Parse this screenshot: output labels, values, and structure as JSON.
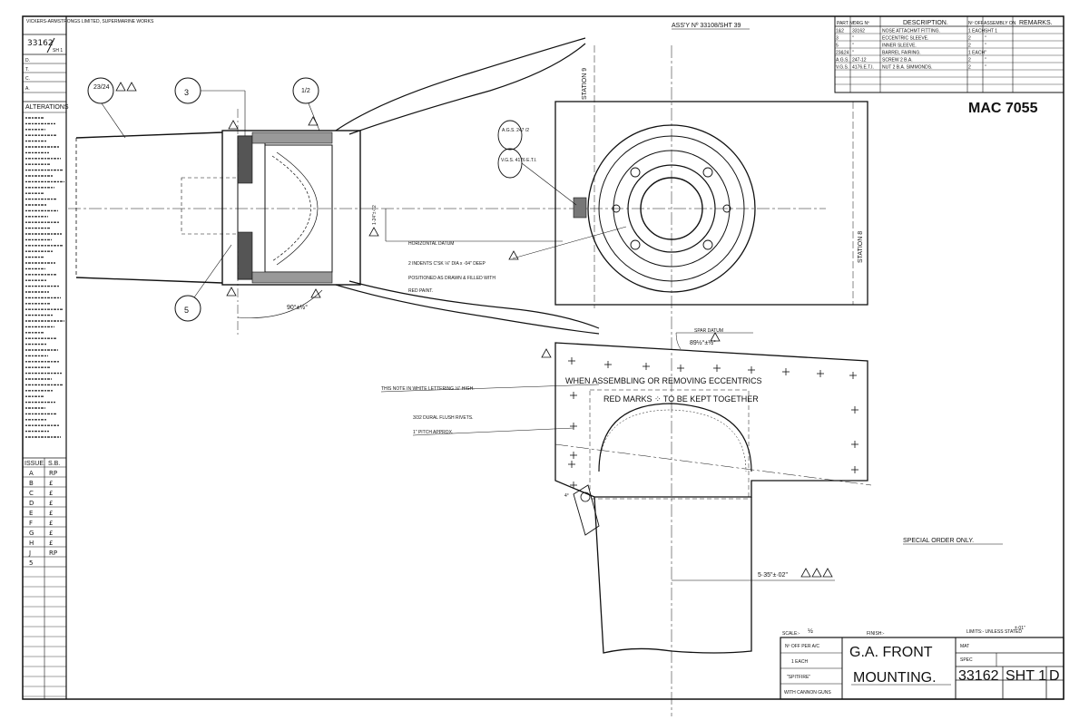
{
  "drawing": {
    "ref_number": "MAC 7055",
    "assembly_ref": "ASS'Y Nº 33108/SHT 39",
    "special_order": "SPECIAL ORDER ONLY.",
    "title_line1": "G.A. FRONT",
    "title_line2": "MOUNTING.",
    "drawing_number": "33162",
    "sheet": "SHT 1",
    "issue_letter": "D",
    "scale_label": "SCALE:-",
    "scale_value": "½",
    "finish_label": "FINISH:-",
    "limits_label": "LIMITS:- UNLESS STATED",
    "limits_value": "±·01\"",
    "mat_label": "MAT",
    "spec_label": "SPEC",
    "qty_label": "Nº OFF PER A/C",
    "qty_value": "1 EACH",
    "aircraft": "\"SPITFIRE\"",
    "variant": "WITH CANNON GUNS"
  },
  "company_box": {
    "name": "VICKERS-ARMSTRONGS LIMITED, SUPERMARINE WORKS",
    "number": "33162",
    "sheet": "SH 1",
    "sign_d": "D.",
    "sign_t": "T.",
    "sign_c": "C.",
    "sign_a": "A."
  },
  "alterations": {
    "title": "ALTERATIONS"
  },
  "issue_table": {
    "headers": [
      "ISSUE.",
      "S.B."
    ],
    "rows": [
      [
        "A",
        "RP"
      ],
      [
        "B",
        "£"
      ],
      [
        "C",
        "£"
      ],
      [
        "D",
        "£"
      ],
      [
        "E",
        "£"
      ],
      [
        "F",
        "£"
      ],
      [
        "G",
        "£"
      ],
      [
        "H",
        "£"
      ],
      [
        "J",
        "RP"
      ],
      [
        "5",
        ""
      ]
    ]
  },
  "parts_table": {
    "headers": [
      "PART Nº",
      "DRG Nº",
      "DESCRIPTION.",
      "Nº OFF",
      "ASSEMBLY ON",
      "REMARKS."
    ],
    "rows": [
      [
        "1&2",
        "33162",
        "NOSE ATTACHMT FITTING.",
        "1 EACH",
        "SHT 1",
        ""
      ],
      [
        "3",
        "\"",
        "ECCENTRIC SLEEVE.",
        "2",
        "\"",
        ""
      ],
      [
        "5",
        "\"",
        "INNER SLEEVE.",
        "2",
        "\"",
        ""
      ],
      [
        "23&24",
        "\"",
        "BARREL FAIRING.",
        "1 EACH",
        "\"",
        ""
      ],
      [
        "A.G.S.",
        "247-12",
        "SCREW 2 B.A.",
        "2",
        "\"",
        ""
      ],
      [
        "V.G.S.",
        "4176.E.T.I.",
        "NUT 2 B.A. SIMMONDS.",
        "2",
        "\"",
        ""
      ]
    ]
  },
  "callouts": {
    "balloon_23_24": "23/24",
    "balloon_3": "3",
    "balloon_1_2": "1/2",
    "balloon_5": "5",
    "ags": "A.G.S. 247 /2",
    "vgs": "V.G.S. 4176 E.T.I."
  },
  "notes": {
    "horizontal_datum": "HORIZONTAL DATUM",
    "indents_line1": "2 INDENTS C'SK ⅛\" DIA x ·04\" DEEP",
    "indents_line2": "POSITIONED AS DRAWN & FILLED WITH",
    "indents_line3": "RED PAINT.",
    "assembly_line1": "WHEN ASSEMBLING OR REMOVING ECCENTRICS",
    "assembly_line2": "RED MARKS ⁘ TO BE KEPT TOGETHER",
    "white_lettering": "THIS NOTE IN WHITE LETTERING ⅛\" HIGH.",
    "rivets": "3/32 DURAL FLUSH RIVETS.",
    "pitch": "1\" PITCH APPROX.",
    "spar_datum": "SPAR DATUM",
    "angle_spar": "89½°±½°",
    "angle_90": "90°±½°",
    "station_9": "STATION 9",
    "station_8": "STATION 8",
    "dim_535": "5·35\"±·02\"",
    "dim_vertical": "1·24\"±·02",
    "dim_4": "4°"
  }
}
